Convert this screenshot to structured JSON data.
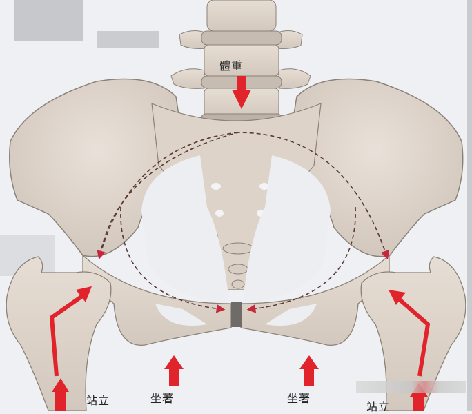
{
  "illustration": {
    "subject": "pelvis weight transmission",
    "labels": {
      "body_weight": "體重",
      "standing_left": "站立",
      "sitting_left": "坐著",
      "sitting_right": "坐著",
      "standing_right": "站立"
    },
    "colors": {
      "background": "#eef0f3",
      "bone": "#ddd3c9",
      "bone_shadow": "#b9ada2",
      "bone_outline": "#8a8178",
      "arrow_red": "#e1232b",
      "dashed_line": "#5a3a36",
      "symphysis": "#6f6b69"
    }
  }
}
